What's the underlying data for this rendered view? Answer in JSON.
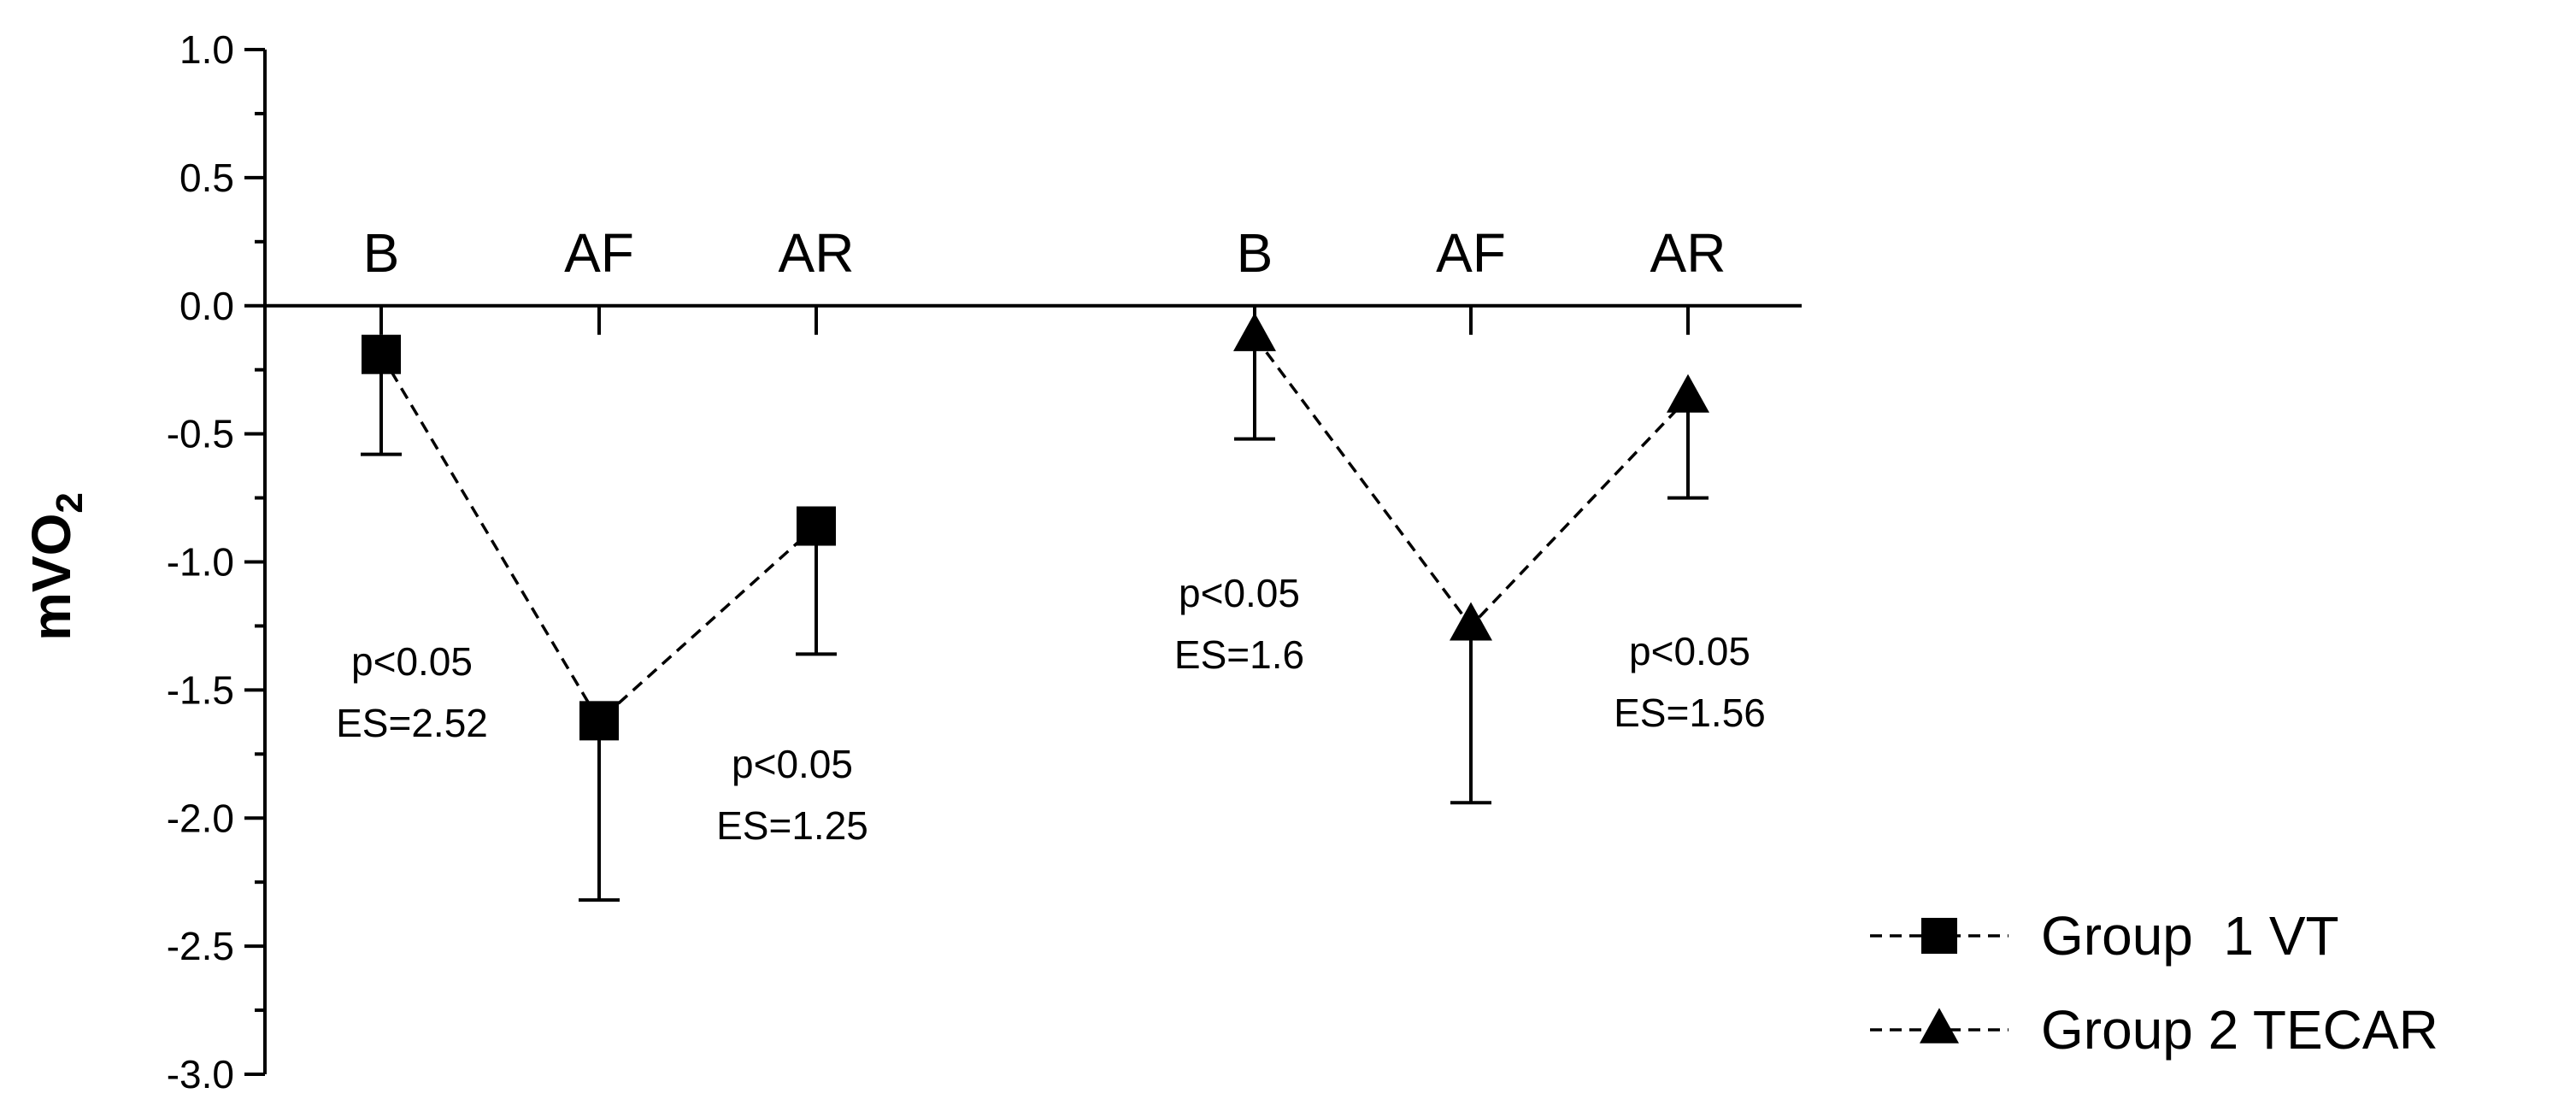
{
  "chart_data": {
    "type": "line",
    "ylabel": "mVO",
    "ylabel_subscript": "2",
    "ylim": [
      -3.0,
      1.0
    ],
    "yticks": [
      1.0,
      0.5,
      0.0,
      -0.5,
      -1.0,
      -1.5,
      -2.0,
      -2.5,
      -3.0
    ],
    "ytick_labels": [
      "1.0",
      "0.5",
      "0.0",
      "-0.5",
      "-1.0",
      "-1.5",
      "-2.0",
      "-2.5",
      "-3.0"
    ],
    "categories": [
      "B",
      "AF",
      "AR",
      "B",
      "AF",
      "AR"
    ],
    "series": [
      {
        "name": "Group  1 VT",
        "marker": "square",
        "categories": [
          "B",
          "AF",
          "AR"
        ],
        "values": [
          -0.19,
          -1.62,
          -0.86
        ],
        "error_low": [
          -0.58,
          -2.32,
          -1.36
        ]
      },
      {
        "name": "Group 2 TECAR",
        "marker": "triangle",
        "categories": [
          "B",
          "AF",
          "AR"
        ],
        "values": [
          -0.12,
          -1.25,
          -0.36
        ],
        "error_low": [
          -0.52,
          -1.94,
          -0.75
        ]
      }
    ],
    "annotations": [
      {
        "lines": [
          "p<0.05",
          "ES=2.52"
        ]
      },
      {
        "lines": [
          "p<0.05",
          "ES=1.25"
        ]
      },
      {
        "lines": [
          "p<0.05",
          "ES=1.6"
        ]
      },
      {
        "lines": [
          "p<0.05",
          "ES=1.56"
        ]
      }
    ],
    "legend_position": "bottom-right",
    "colors": {
      "line": "#000000",
      "marker": "#000000"
    }
  }
}
